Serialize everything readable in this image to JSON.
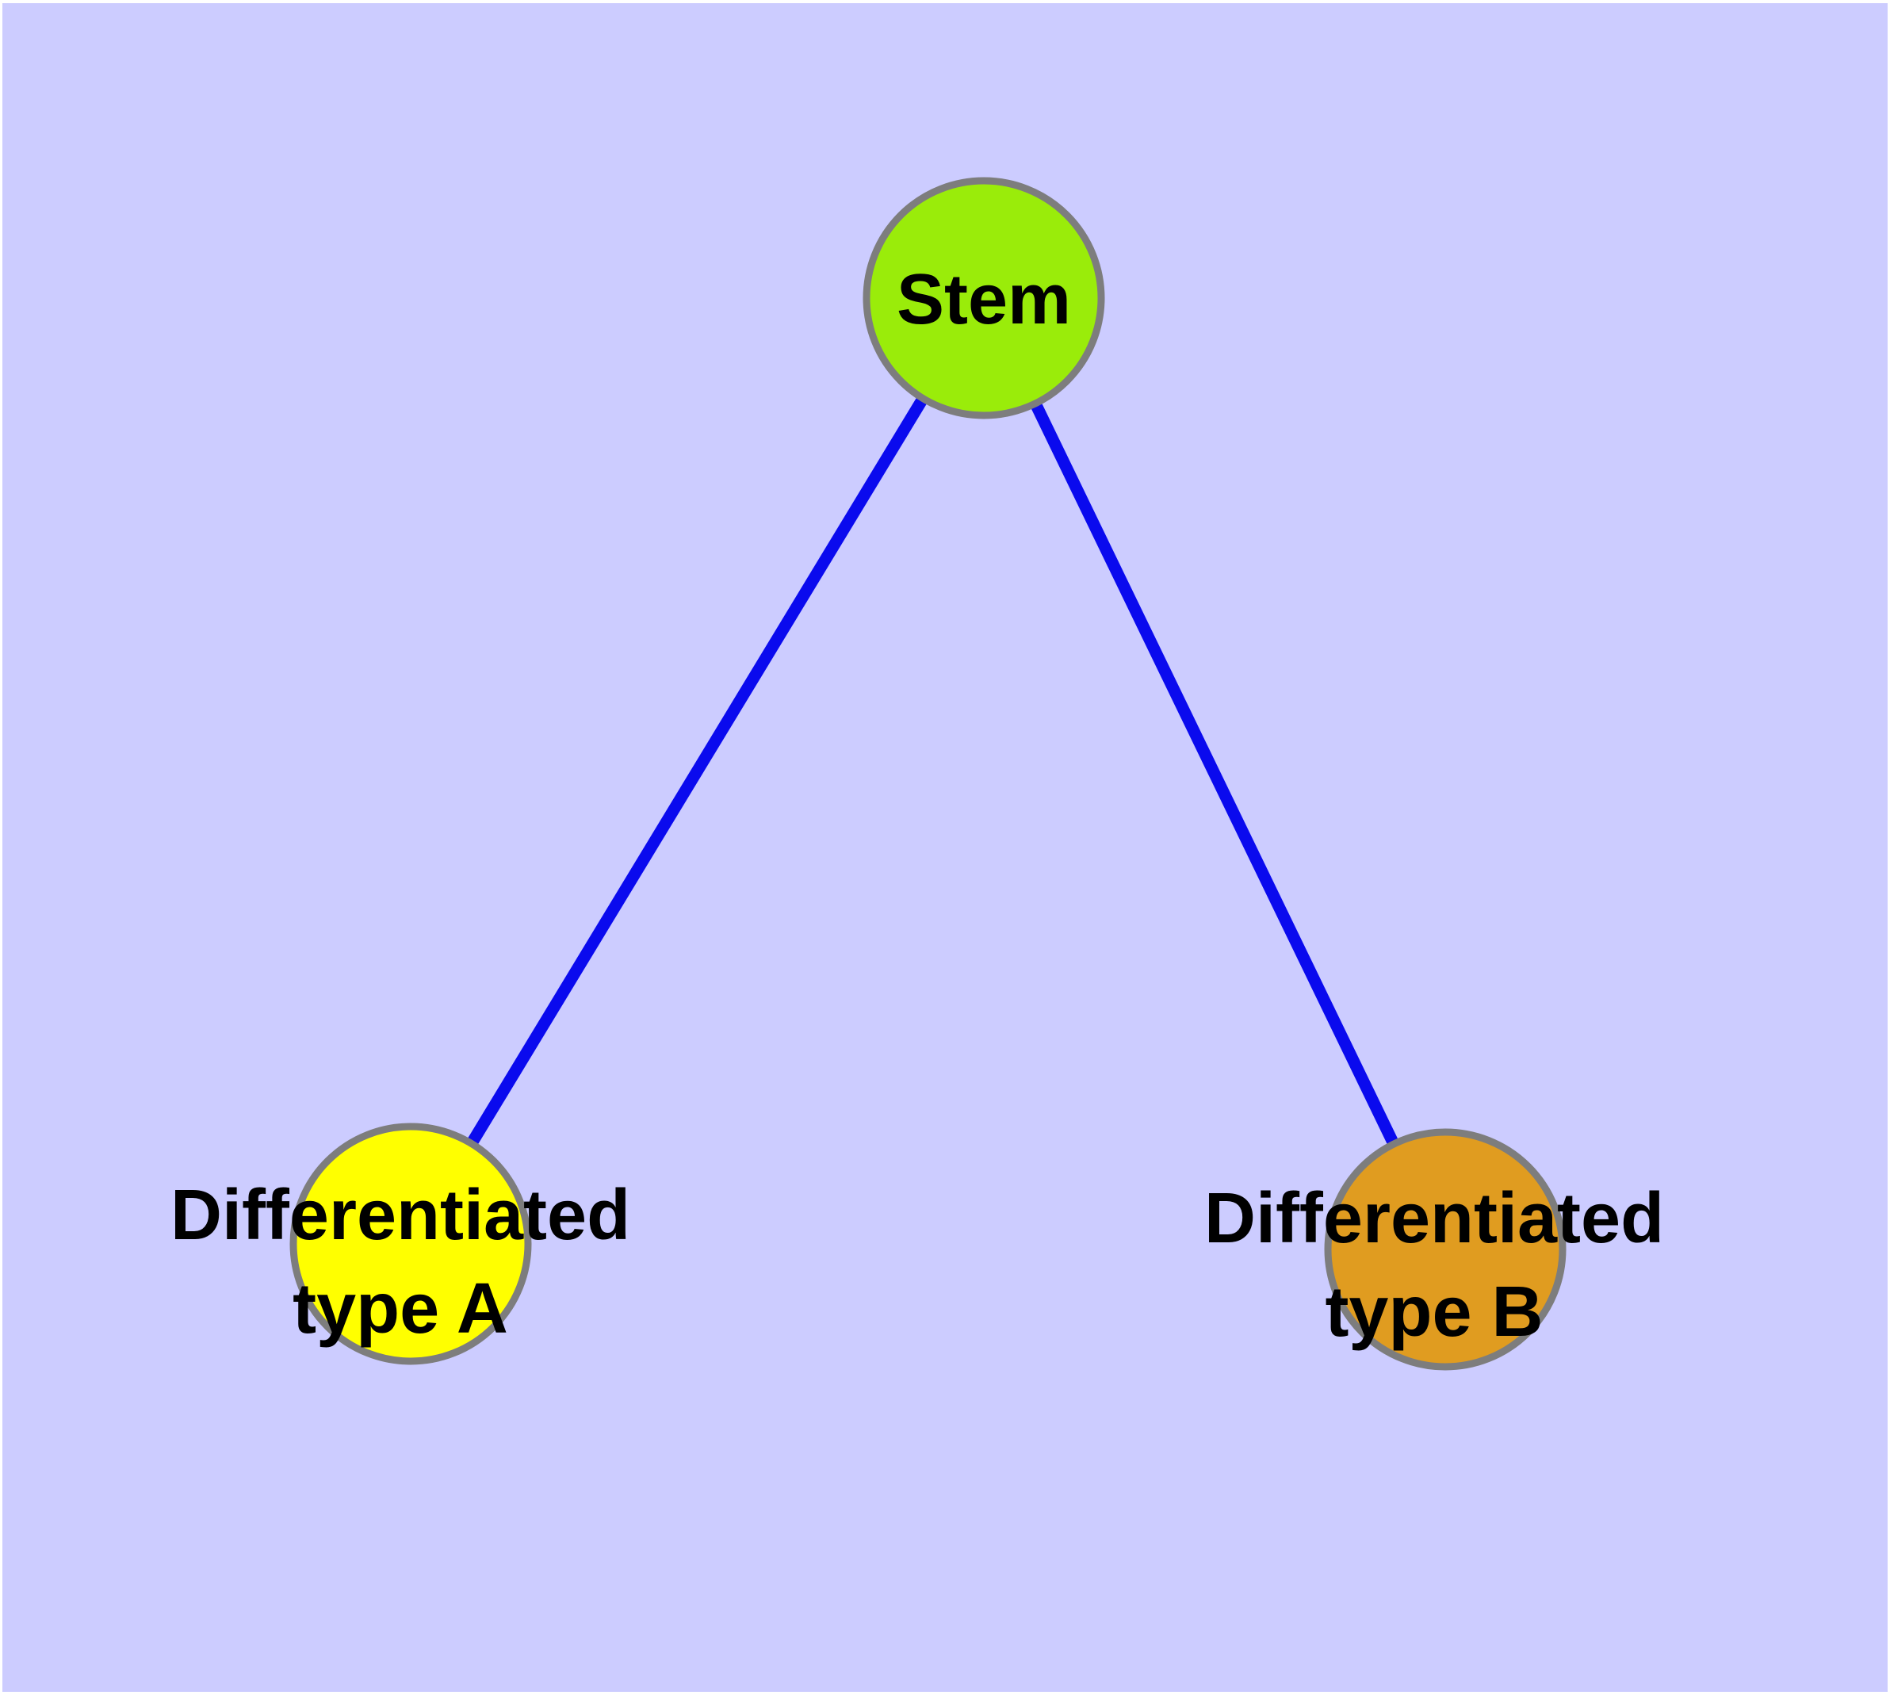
{
  "diagram": {
    "background_color": "#CCCCFF",
    "edge_color": "#0A0AEE",
    "node_border_color": "#7D7D7D",
    "label_color": "#000000",
    "nodes": [
      {
        "id": "stem",
        "label": "Stem",
        "color": "#9AEC0A"
      },
      {
        "id": "differentiated-type-a",
        "label": "Differentiated\ntype A",
        "color": "#FFFF00"
      },
      {
        "id": "differentiated-type-b",
        "label": "Differentiated\ntype B",
        "color": "#E09C20"
      }
    ],
    "edges": [
      {
        "from": "stem",
        "to": "differentiated-type-a"
      },
      {
        "from": "stem",
        "to": "differentiated-type-b"
      }
    ]
  }
}
